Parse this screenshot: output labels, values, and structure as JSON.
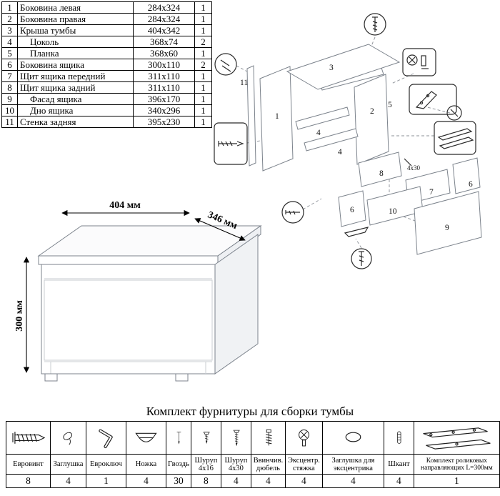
{
  "parts_table": {
    "rows": [
      {
        "num": "1",
        "name": "Боковина левая",
        "size": "284x324",
        "qty": "1",
        "indent": false
      },
      {
        "num": "2",
        "name": "Боковина правая",
        "size": "284x324",
        "qty": "1",
        "indent": false
      },
      {
        "num": "3",
        "name": "Крыша тумбы",
        "size": "404x342",
        "qty": "1",
        "indent": false
      },
      {
        "num": "4",
        "name": "Цоколь",
        "size": "368x74",
        "qty": "2",
        "indent": true
      },
      {
        "num": "5",
        "name": "Планка",
        "size": "368x60",
        "qty": "1",
        "indent": true
      },
      {
        "num": "6",
        "name": "Боковина ящика",
        "size": "300x110",
        "qty": "2",
        "indent": false
      },
      {
        "num": "7",
        "name": "Щит ящика передний",
        "size": "311x110",
        "qty": "1",
        "indent": false
      },
      {
        "num": "8",
        "name": "Щит ящика задний",
        "size": "311x110",
        "qty": "1",
        "indent": false
      },
      {
        "num": "9",
        "name": "Фасад ящика",
        "size": "396x170",
        "qty": "1",
        "indent": true
      },
      {
        "num": "10",
        "name": "Дно ящика",
        "size": "340x296",
        "qty": "1",
        "indent": true
      },
      {
        "num": "11",
        "name": "Стенка задняя",
        "size": "395x230",
        "qty": "1",
        "indent": false
      }
    ]
  },
  "assembly_diagram": {
    "labels": [
      "3",
      "11",
      "1",
      "2",
      "5",
      "4",
      "4",
      "8",
      "7",
      "6",
      "6",
      "10",
      "9"
    ],
    "screw_note": "4x30"
  },
  "dimensions": {
    "width": "404 мм",
    "depth": "346 мм",
    "height": "300 мм"
  },
  "hardware": {
    "title": "Комплект фурнитуры для сборки тумбы",
    "items": [
      {
        "name": "Евровинт",
        "qty": "8",
        "icon": "confirmat-screw-icon"
      },
      {
        "name": "Заглушка",
        "qty": "4",
        "icon": "plug-cap-icon"
      },
      {
        "name": "Евроключ",
        "qty": "1",
        "icon": "hex-key-icon"
      },
      {
        "name": "Ножка",
        "qty": "4",
        "icon": "foot-icon"
      },
      {
        "name": "Гвоздь",
        "qty": "30",
        "icon": "nail-icon"
      },
      {
        "name": "Шуруп 4x16",
        "qty": "8",
        "icon": "screw-4x16-icon"
      },
      {
        "name": "Шуруп 4x30",
        "qty": "4",
        "icon": "screw-4x30-icon"
      },
      {
        "name": "Ввинчив. дюбель",
        "qty": "4",
        "icon": "screw-in-dowel-icon"
      },
      {
        "name": "Эксцентр. стяжка",
        "qty": "4",
        "icon": "cam-lock-icon"
      },
      {
        "name": "Заглушка для эксцентрика",
        "qty": "4",
        "icon": "cam-cover-icon"
      },
      {
        "name": "Шкант",
        "qty": "4",
        "icon": "wooden-dowel-icon"
      },
      {
        "name": "Комплект роликовых направляющих L=300мм",
        "qty": "1",
        "icon": "drawer-slides-icon"
      }
    ]
  }
}
